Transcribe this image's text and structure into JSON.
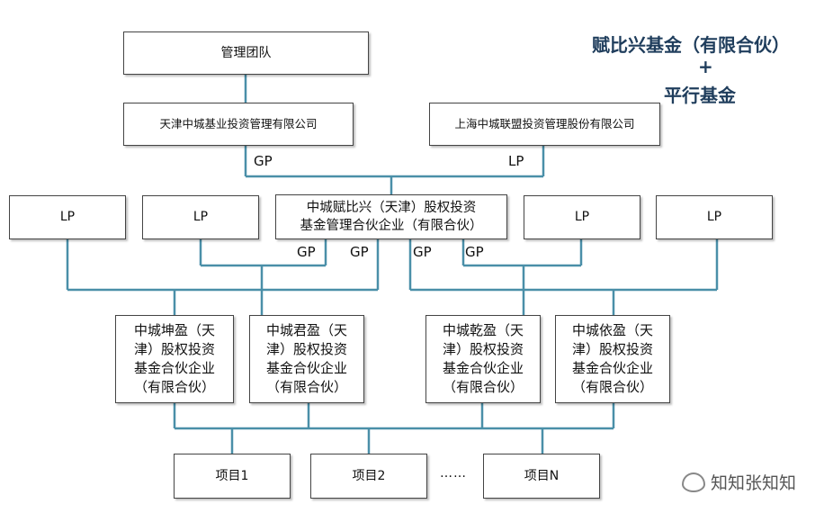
{
  "title": {
    "line1": "赋比兴基金（有限合伙）",
    "line2": "+",
    "line3": "平行基金"
  },
  "nodes": {
    "team": "管理团队",
    "tianjin_mgr": "天津中城基业投资管理有限公司",
    "shanghai_mgr": "上海中城联盟投资管理股份有限公司",
    "gp_entity": "中城赋比兴（天津）股权投资\n基金管理合伙企业（有限合伙）",
    "lp": "LP",
    "fund_kun": "中城坤盈（天\n津）股权投资\n基金合伙企业\n（有限合伙）",
    "fund_jun": "中城君盈（天\n津）股权投资\n基金合伙企业\n（有限合伙）",
    "fund_qian": "中城乾盈（天\n津）股权投资\n基金合伙企业\n（有限合伙）",
    "fund_yi": "中城依盈（天\n津）股权投资\n基金合伙企业\n（有限合伙）",
    "project1": "项目1",
    "project2": "项目2",
    "projectN": "项目N",
    "ellipsis": "……"
  },
  "edge_labels": {
    "gp": "GP",
    "lp": "LP"
  },
  "watermark": "知知张知知",
  "colors": {
    "line": "#4a8fa8",
    "title": "#1f3d5c",
    "box_border": "#444444"
  }
}
